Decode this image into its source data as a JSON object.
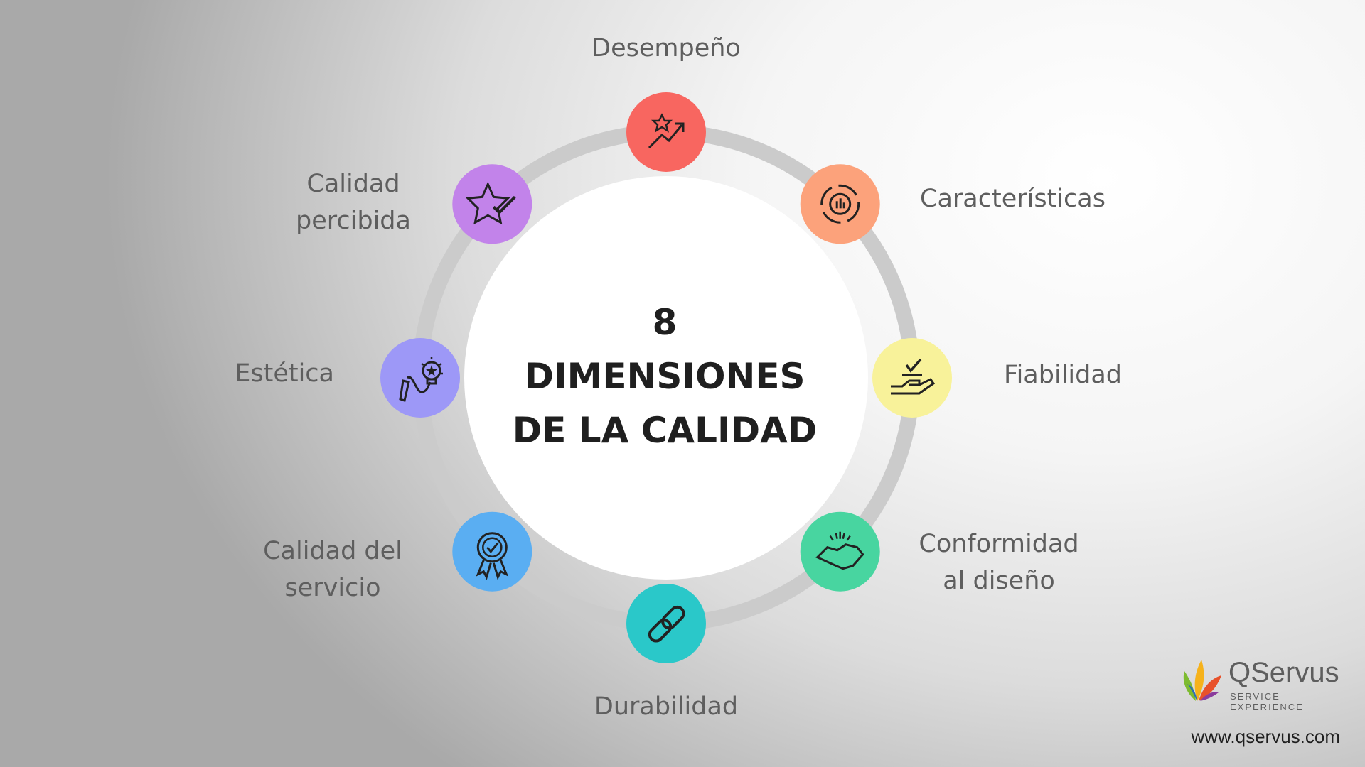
{
  "title": {
    "line1": "8",
    "line2": "DIMENSIONES",
    "line3": "DE LA CALIDAD"
  },
  "dimensions": [
    {
      "label_line1": "Desempeño",
      "label_line2": "",
      "color": "#f86660",
      "icon": "growth-arrow-icon"
    },
    {
      "label_line1": "Características",
      "label_line2": "",
      "color": "#fca27b",
      "icon": "gear-cycle-icon"
    },
    {
      "label_line1": "Fiabilidad",
      "label_line2": "",
      "color": "#f8f29a",
      "icon": "hand-check-icon"
    },
    {
      "label_line1": "Conformidad",
      "label_line2": "al diseño",
      "color": "#48d5a0",
      "icon": "handshake-icon"
    },
    {
      "label_line1": "Durabilidad",
      "label_line2": "",
      "color": "#2ac8c9",
      "icon": "chain-link-icon"
    },
    {
      "label_line1": "Calidad del",
      "label_line2": "servicio",
      "color": "#5aaef2",
      "icon": "award-ribbon-icon"
    },
    {
      "label_line1": "Estética",
      "label_line2": "",
      "color": "#9d98f7",
      "icon": "pencil-bulb-icon"
    },
    {
      "label_line1": "Calidad",
      "label_line2": "percibida",
      "color": "#c283ea",
      "icon": "star-check-icon"
    }
  ],
  "brand": {
    "name": "QServus",
    "tagline": "SERVICE EXPERIENCE",
    "website": "www.qservus.com"
  }
}
